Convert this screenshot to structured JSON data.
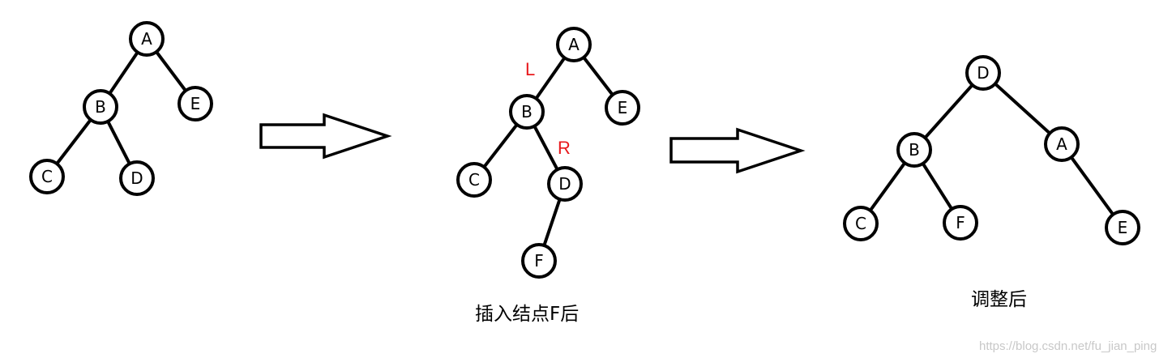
{
  "colors": {
    "stroke": "#000000",
    "annotation": "#e8191c",
    "watermark": "#c8c8c8"
  },
  "trees": [
    {
      "id": "before",
      "nodes": [
        "A",
        "B",
        "E",
        "C",
        "D"
      ],
      "edges": [
        [
          "A",
          "B"
        ],
        [
          "A",
          "E"
        ],
        [
          "B",
          "C"
        ],
        [
          "B",
          "D"
        ]
      ]
    },
    {
      "id": "after-insert",
      "nodes": [
        "A",
        "B",
        "E",
        "C",
        "D",
        "F"
      ],
      "edges": [
        [
          "A",
          "B"
        ],
        [
          "A",
          "E"
        ],
        [
          "B",
          "C"
        ],
        [
          "B",
          "D"
        ],
        [
          "D",
          "F"
        ]
      ],
      "annotations": [
        "L",
        "R"
      ],
      "caption": "插入结点F后"
    },
    {
      "id": "after-adjust",
      "nodes": [
        "D",
        "B",
        "A",
        "C",
        "F",
        "E"
      ],
      "edges": [
        [
          "D",
          "B"
        ],
        [
          "D",
          "A"
        ],
        [
          "B",
          "C"
        ],
        [
          "B",
          "F"
        ],
        [
          "A",
          "E"
        ]
      ],
      "caption": "调整后"
    }
  ],
  "watermark": "https://blog.csdn.net/fu_jian_ping"
}
